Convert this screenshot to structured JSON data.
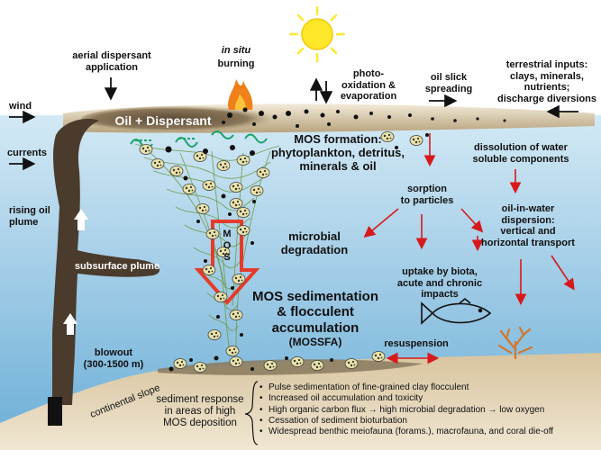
{
  "labels": {
    "aerial_dispersant": "aerial dispersant\napplication",
    "in_situ": "in situ",
    "burning": "burning",
    "photo_oxidation": "photo-\noxidation &\nevaporation",
    "oil_slick": "oil slick\nspreading",
    "terrestrial": "terrestrial inputs:\nclays, minerals,\nnutrients;\ndischarge diversions",
    "wind": "wind",
    "oil_dispersant": "Oil + Dispersant",
    "currents": "currents",
    "mos_formation": "MOS formation:\nphytoplankton, detritus,\nminerals & oil",
    "dissolution": "dissolution of water\nsoluble components",
    "rising_plume": "rising oil\nplume",
    "sorption": "sorption\nto particles",
    "oil_in_water": "oil-in-water\ndispersion:\nvertical and\nhorizontal transport",
    "microbial": "microbial\ndegradation",
    "mos_letters": "M\nO\nS",
    "subsurface": "subsurface plume",
    "uptake": "uptake by biota,\nacute and chronic\nimpacts",
    "mos_sed": "MOS sedimentation\n& flocculent\naccumulation",
    "mossfa": "(MOSSFA)",
    "resuspension": "resuspension",
    "blowout": "blowout\n(300-1500 m)",
    "continental_slope": "continental slope",
    "sediment_response": "sediment response\nin areas of high\nMOS deposition"
  },
  "sediment_effects": [
    "Pulse sedimentation of fine-grained clay flocculent",
    "Increased oil accumulation and toxicity",
    "High organic carbon flux → high microbial degradation →  low oxygen",
    "Cessation of sediment bioturbation",
    "Widespread benthic meiofauna (forams.), macrofauna, and coral die-off"
  ],
  "colors": {
    "sky": "#ffffff",
    "water_top": "#c9e3f2",
    "water_bottom": "#6aaed6",
    "plume": "#4a3b2c",
    "slick": "#d8c9a8",
    "seafloor": "#e3d3b4",
    "arrow_red": "#d7191c",
    "mos_arrow": "#e53b2a",
    "sun": "#ffe82a",
    "flame": "#f08019",
    "coral": "#d4762a",
    "dispersant_green": "#1aa36b"
  },
  "icons": [
    "sun-icon",
    "flame-icon",
    "fish-icon",
    "coral-icon",
    "wellhead-icon"
  ]
}
